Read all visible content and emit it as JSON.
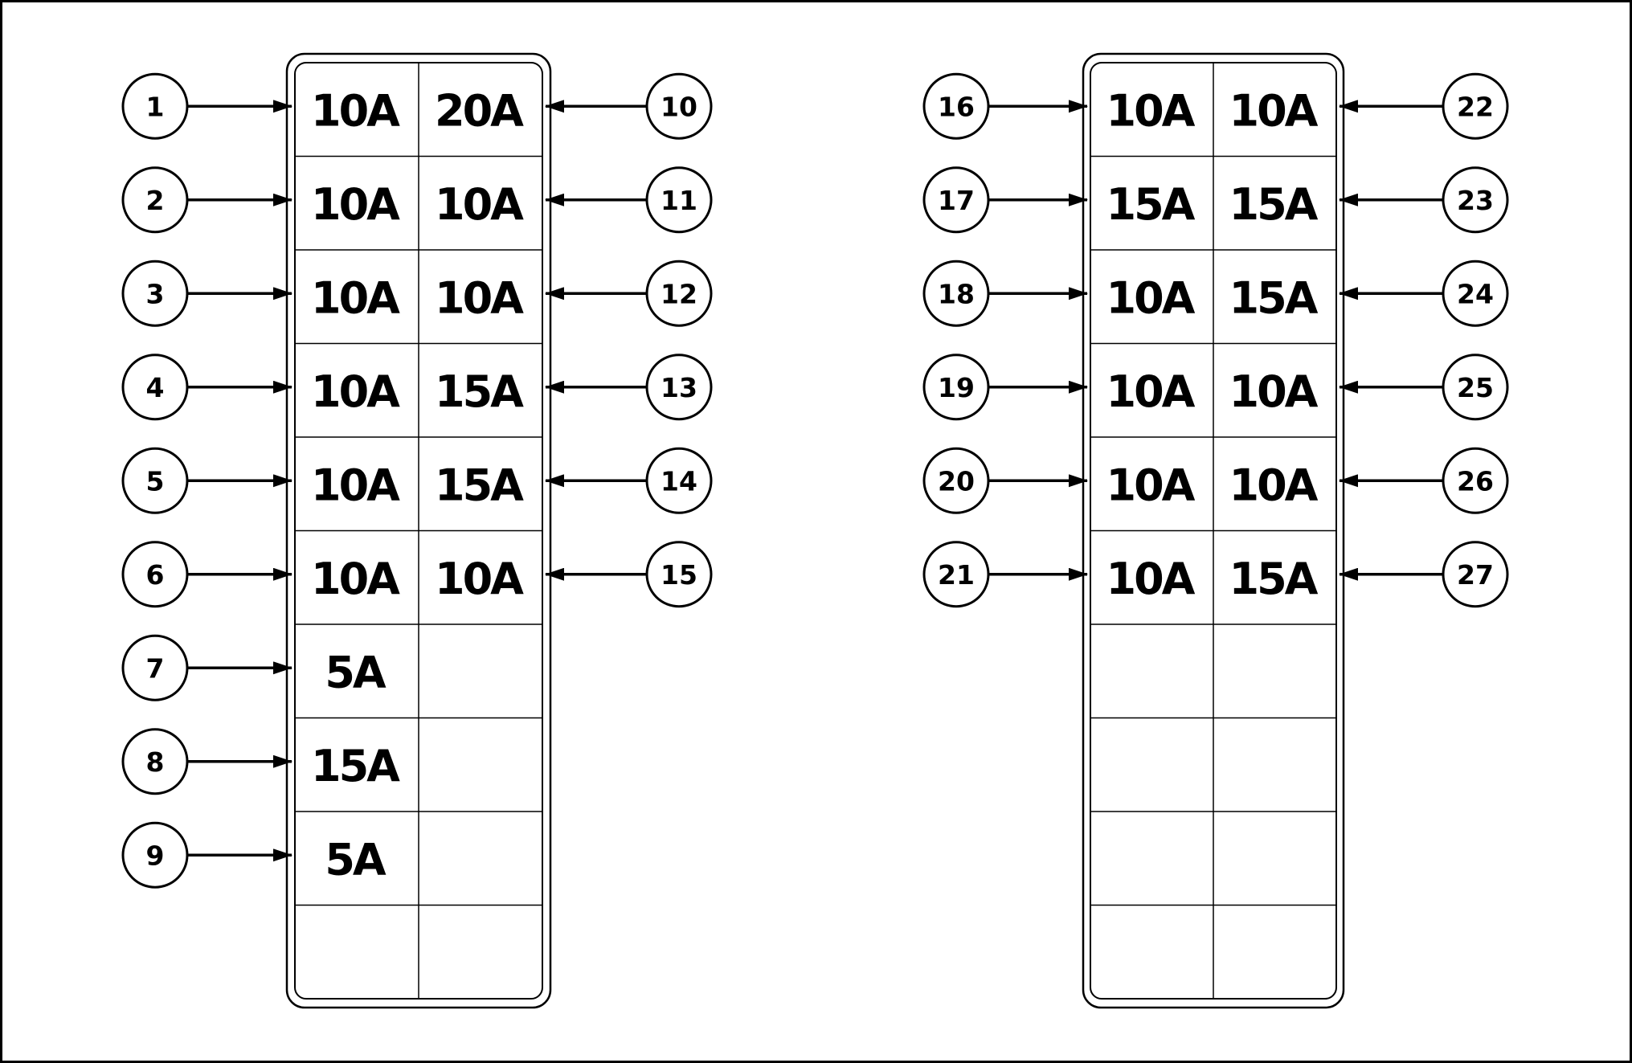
{
  "panels": [
    {
      "name": "left",
      "rows": 10,
      "cells": [
        {
          "row": 0,
          "col": 0,
          "rating": "10A",
          "callout": "1"
        },
        {
          "row": 1,
          "col": 0,
          "rating": "10A",
          "callout": "2"
        },
        {
          "row": 2,
          "col": 0,
          "rating": "10A",
          "callout": "3"
        },
        {
          "row": 3,
          "col": 0,
          "rating": "10A",
          "callout": "4"
        },
        {
          "row": 4,
          "col": 0,
          "rating": "10A",
          "callout": "5"
        },
        {
          "row": 5,
          "col": 0,
          "rating": "10A",
          "callout": "6"
        },
        {
          "row": 6,
          "col": 0,
          "rating": "5A",
          "callout": "7"
        },
        {
          "row": 7,
          "col": 0,
          "rating": "15A",
          "callout": "8"
        },
        {
          "row": 8,
          "col": 0,
          "rating": "5A",
          "callout": "9"
        },
        {
          "row": 0,
          "col": 1,
          "rating": "20A",
          "callout": "10"
        },
        {
          "row": 1,
          "col": 1,
          "rating": "10A",
          "callout": "11"
        },
        {
          "row": 2,
          "col": 1,
          "rating": "10A",
          "callout": "12"
        },
        {
          "row": 3,
          "col": 1,
          "rating": "15A",
          "callout": "13"
        },
        {
          "row": 4,
          "col": 1,
          "rating": "15A",
          "callout": "14"
        },
        {
          "row": 5,
          "col": 1,
          "rating": "10A",
          "callout": "15"
        }
      ]
    },
    {
      "name": "right",
      "rows": 10,
      "cells": [
        {
          "row": 0,
          "col": 0,
          "rating": "10A",
          "callout": "16"
        },
        {
          "row": 1,
          "col": 0,
          "rating": "15A",
          "callout": "17"
        },
        {
          "row": 2,
          "col": 0,
          "rating": "10A",
          "callout": "18"
        },
        {
          "row": 3,
          "col": 0,
          "rating": "10A",
          "callout": "19"
        },
        {
          "row": 4,
          "col": 0,
          "rating": "10A",
          "callout": "20"
        },
        {
          "row": 5,
          "col": 0,
          "rating": "10A",
          "callout": "21"
        },
        {
          "row": 0,
          "col": 1,
          "rating": "10A",
          "callout": "22"
        },
        {
          "row": 1,
          "col": 1,
          "rating": "15A",
          "callout": "23"
        },
        {
          "row": 2,
          "col": 1,
          "rating": "15A",
          "callout": "24"
        },
        {
          "row": 3,
          "col": 1,
          "rating": "10A",
          "callout": "25"
        },
        {
          "row": 4,
          "col": 1,
          "rating": "10A",
          "callout": "26"
        },
        {
          "row": 5,
          "col": 1,
          "rating": "15A",
          "callout": "27"
        }
      ]
    }
  ]
}
